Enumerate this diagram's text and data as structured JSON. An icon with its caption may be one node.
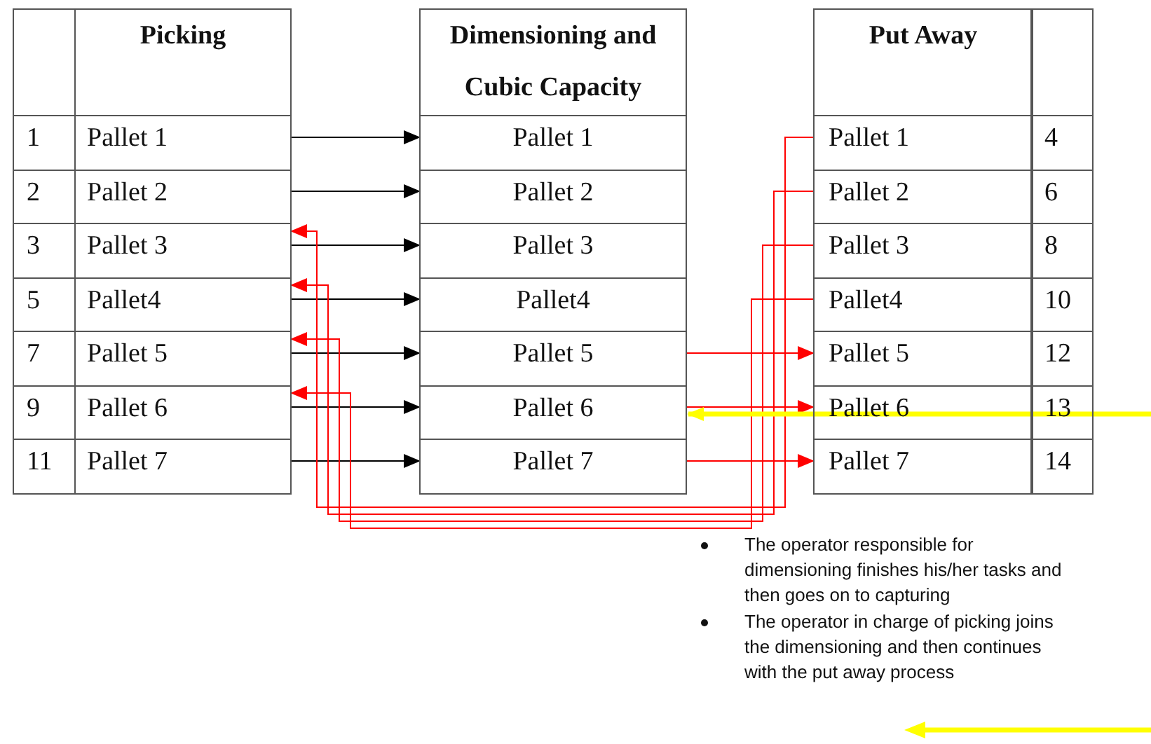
{
  "diagram": {
    "nodes": [
      {
        "text": [
          "Picking"
        ]
      },
      {
        "text": [
          "Pallet 1"
        ]
      },
      {
        "text": [
          "Pallet 2"
        ]
      },
      {
        "text": [
          "Pallet 3"
        ]
      },
      {
        "text": [
          "Pallet4"
        ]
      },
      {
        "text": [
          "Pallet 5"
        ]
      },
      {
        "text": [
          "Pallet 6"
        ]
      },
      {
        "text": [
          "Pallet 7"
        ]
      },
      {
        "text": [
          "Dimensioning and Cubic Capacity"
        ]
      },
      {
        "text": [
          "Pallet 1"
        ]
      },
      {
        "text": [
          "Pallet 2"
        ]
      },
      {
        "text": [
          "Pallet 3"
        ]
      },
      {
        "text": [
          "Pallet4"
        ]
      },
      {
        "text": [
          "Pallet 5"
        ]
      },
      {
        "text": [
          "Pallet 6"
        ]
      },
      {
        "text": [
          "Pallet 7"
        ]
      },
      {
        "text": [
          "Put Away"
        ]
      },
      {
        "text": [
          "Pallet 1"
        ]
      },
      {
        "text": [
          "Pallet 2"
        ]
      },
      {
        "text": [
          "Pallet 3"
        ]
      },
      {
        "text": [
          "Pallet4"
        ]
      },
      {
        "text": [
          "Pallet 5"
        ]
      },
      {
        "text": [
          "Pallet 6"
        ]
      },
      {
        "text": [
          "Pallet 7"
        ]
      }
    ],
    "edges": [
      {
        "from": 1,
        "to": 9,
        "arrow": "to"
      },
      {
        "from": 2,
        "to": 10,
        "arrow": "to"
      },
      {
        "from": 3,
        "to": 11,
        "arrow": "to"
      },
      {
        "from": 4,
        "to": 12,
        "arrow": "to"
      },
      {
        "from": 5,
        "to": 13,
        "arrow": "to"
      },
      {
        "from": 6,
        "to": 14,
        "arrow": "to"
      },
      {
        "from": 7,
        "to": 15,
        "arrow": "to"
      },
      {
        "from": 17,
        "to": 3,
        "arrow": "to",
        "color": "#ff0000"
      },
      {
        "from": 18,
        "to": 4,
        "arrow": "to",
        "color": "#ff0000"
      },
      {
        "from": 19,
        "to": 5,
        "arrow": "to",
        "color": "#ff0000"
      },
      {
        "from": 20,
        "to": 6,
        "arrow": "to",
        "color": "#ff0000"
      },
      {
        "from": 13,
        "to": 21,
        "arrow": "to",
        "color": "#ff0000"
      },
      {
        "from": 14,
        "to": 22,
        "arrow": "to",
        "color": "#ff0000"
      },
      {
        "from": 15,
        "to": 23,
        "arrow": "to",
        "color": "#ff0000"
      },
      {
        "from": null,
        "to": 14,
        "arrow": "to",
        "style": "thick",
        "color": "#ffff00"
      }
    ],
    "labels": [
      "1",
      "4",
      "2",
      "6",
      "3",
      "8",
      "5",
      "10",
      "7",
      "12",
      "9",
      "13",
      "11",
      "14",
      "The operator responsible for dimensioning finishes his/her tasks and then goes on to capturing",
      "The operator in charge of picking joins the dimensioning and then continues with the put away process"
    ]
  }
}
